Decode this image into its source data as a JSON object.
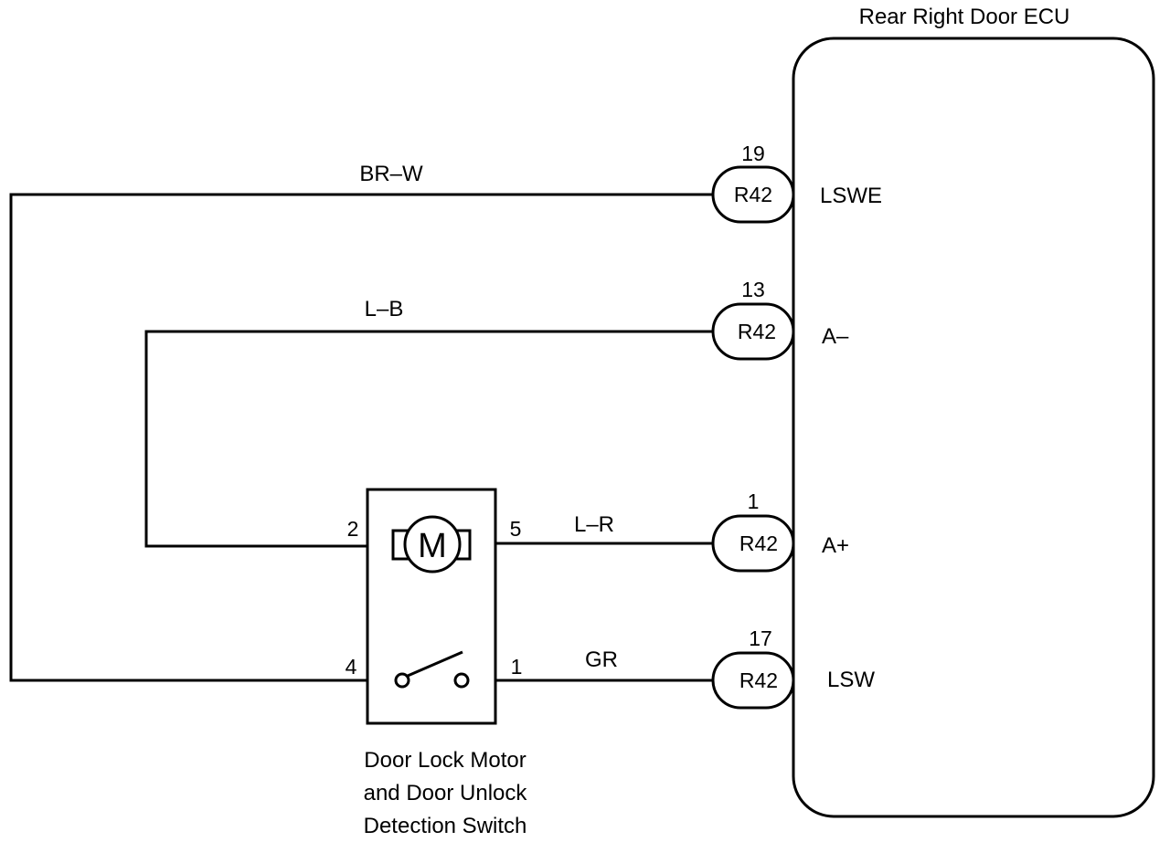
{
  "ecu": {
    "title": "Rear Right Door ECU",
    "pins": [
      {
        "connector": "R42",
        "pin": "19",
        "signal": "LSWE",
        "wire_color": "BR–W"
      },
      {
        "connector": "R42",
        "pin": "13",
        "signal": "A–",
        "wire_color": "L–B"
      },
      {
        "connector": "R42",
        "pin": "1",
        "signal": "A+",
        "wire_color": "L–R"
      },
      {
        "connector": "R42",
        "pin": "17",
        "signal": "LSW",
        "wire_color": "GR"
      }
    ]
  },
  "component": {
    "name_lines": [
      "Door Lock Motor",
      "and Door Unlock",
      "Detection Switch"
    ],
    "motor_symbol": "M",
    "motor_pins": {
      "left": "2",
      "right": "5"
    },
    "switch_pins": {
      "left": "4",
      "right": "1"
    }
  }
}
